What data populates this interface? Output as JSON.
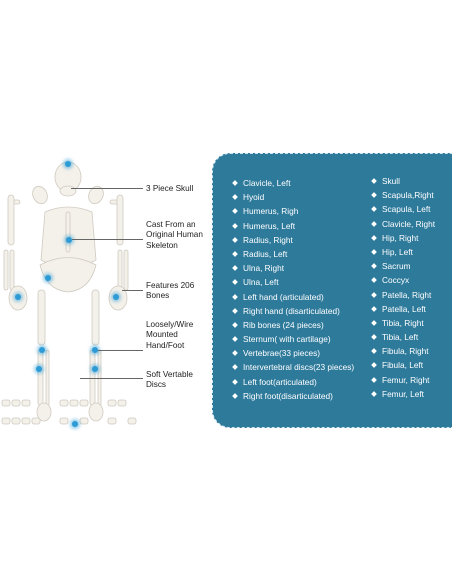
{
  "callouts": [
    {
      "id": "skull",
      "text": "3 Piece Skull"
    },
    {
      "id": "cast",
      "text": "Cast From an Original Human Skeleton"
    },
    {
      "id": "bones",
      "text": "Features 206 Bones"
    },
    {
      "id": "mounted",
      "text": "Loosely/Wire Mounted Hand/Foot"
    },
    {
      "id": "discs",
      "text": "Soft Vertable Discs"
    }
  ],
  "parts_left": [
    "Clavicle, Left",
    "Hyoid",
    "Humerus, Righ",
    "Humerus, Left",
    "Radius, Right",
    "Radius, Left",
    "Ulna, Right",
    "Ulna, Left",
    "Left hand (articulated)",
    "Right hand (disarticulated)",
    "Rib bones (24 pieces)",
    "Sternum( with cartilage)",
    "Vertebrae(33 pieces)",
    "Intervertebral discs(23 pieces)",
    "Left foot(articulated)",
    "Right foot(disarticulated)"
  ],
  "parts_right": [
    "Skull",
    "Scapula,Right",
    "Scapula, Left",
    "Clavicle, Right",
    "Hip, Right",
    "Hip, Left",
    "Sacrum",
    "Coccyx",
    "Patella, Right",
    "Patella, Left",
    "Tibia, Right",
    "Tibia, Left",
    "Fibula, Right",
    "Fibula, Left",
    "Femur, Right",
    "Femur, Left"
  ],
  "colors": {
    "panel": "#2e7a9b",
    "highlight": "#2d9bd6"
  }
}
